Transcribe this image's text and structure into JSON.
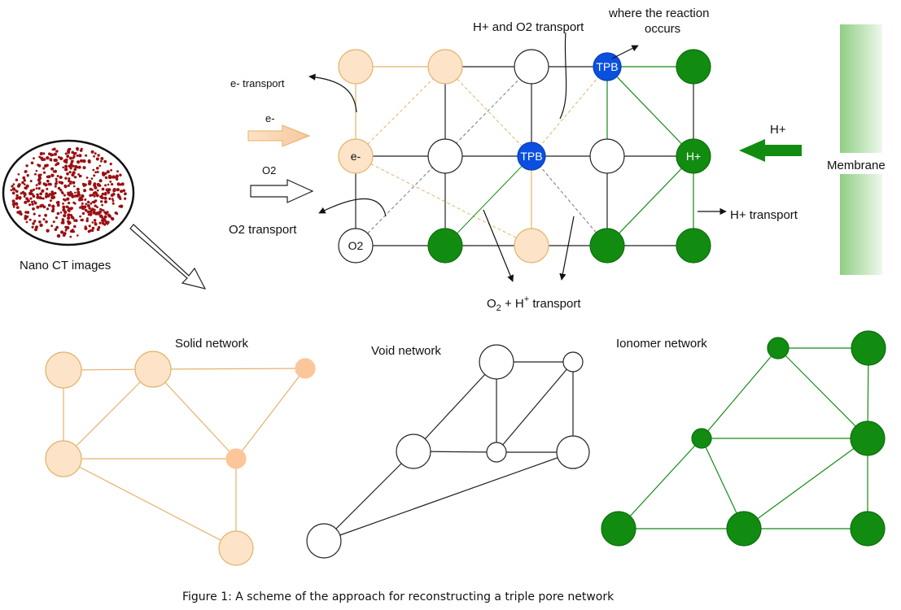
{
  "labels": {
    "nano_ct": "Nano CT images",
    "solid_network": "Solid network",
    "void_network": "Void network",
    "ionomer_network": "Ionomer network",
    "membrane": "Membrane",
    "e_transport": "e- transport",
    "o2_transport": "O2 transport",
    "h_o2_transport": "H+ and O2 transport",
    "reaction_line1": "where the reaction",
    "reaction_line2": "occurs",
    "h_transport": "H+ transport",
    "e_minus": "e-",
    "o2": "O2",
    "h_plus": "H+",
    "combined_o2": "O",
    "combined_o2_sub": "2",
    "combined_plus": " + H",
    "combined_h_sup": "+",
    "combined_transport": " transport",
    "caption": "Figure 1: A scheme of the approach for reconstructing a triple pore network"
  },
  "node_labels": {
    "e_node": "e-",
    "o2_node": "O2",
    "tpb": "TPB",
    "h_node": "H+"
  },
  "colors": {
    "solid": "#fde3c8",
    "solid_stroke": "#e3b36b",
    "solid_dark": "#fbc79a",
    "ionomer": "#118c11",
    "tpb": "#0a50e0",
    "black": "#222222",
    "membrane_left": "#8fce82",
    "membrane_right": "#e6f5e3"
  }
}
